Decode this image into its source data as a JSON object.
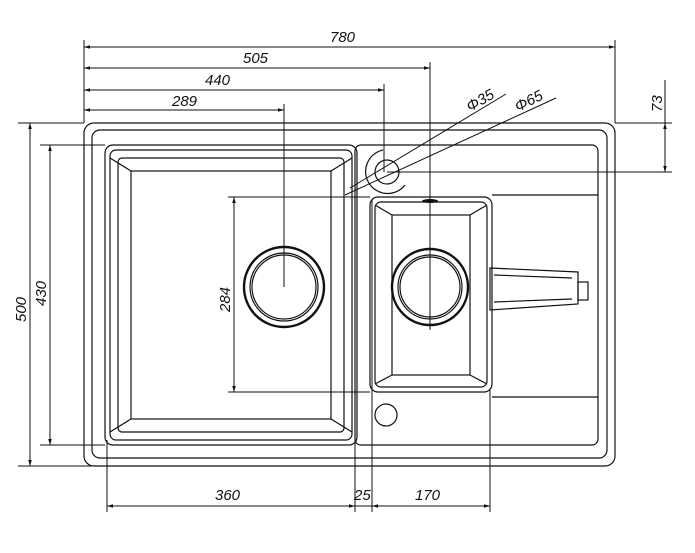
{
  "title": "Double bowl sink with drainer – dimension drawing",
  "dimensions": {
    "overall_width": "780",
    "to_small_bowl_drain": "505",
    "to_tap_hole": "440",
    "to_main_drain": "289",
    "tap_hole_offset": "73",
    "overall_depth": "500",
    "main_bowl_depth": "430",
    "small_bowl_depth": "284",
    "main_bowl_width": "360",
    "bowl_gap": "25",
    "small_bowl_width": "170",
    "tap_hole_diameter": "Φ35",
    "tap_hole_outer_diameter": "Φ65"
  }
}
